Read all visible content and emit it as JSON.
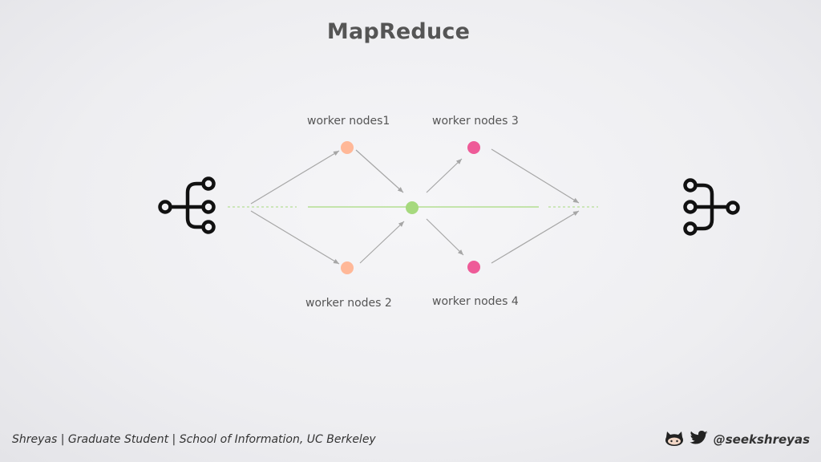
{
  "title": "MapReduce",
  "nodes": {
    "n1": "worker nodes1",
    "n2": "worker nodes 2",
    "n3": "worker nodes 3",
    "n4": "worker nodes 4"
  },
  "colors": {
    "map_worker": "#ffb898",
    "shuffle": "#a6d97e",
    "reduce_worker": "#ee5b98",
    "arrow": "#a6a6a6",
    "center_line": "#a6d97e"
  },
  "icons": {
    "left": "git-fork-icon",
    "right": "git-merge-icon",
    "github": "github-octocat-icon",
    "twitter": "twitter-bird-icon"
  },
  "footer": {
    "credit": "Shreyas | Graduate Student | School of Information, UC Berkeley",
    "handle": "@seekshreyas"
  }
}
